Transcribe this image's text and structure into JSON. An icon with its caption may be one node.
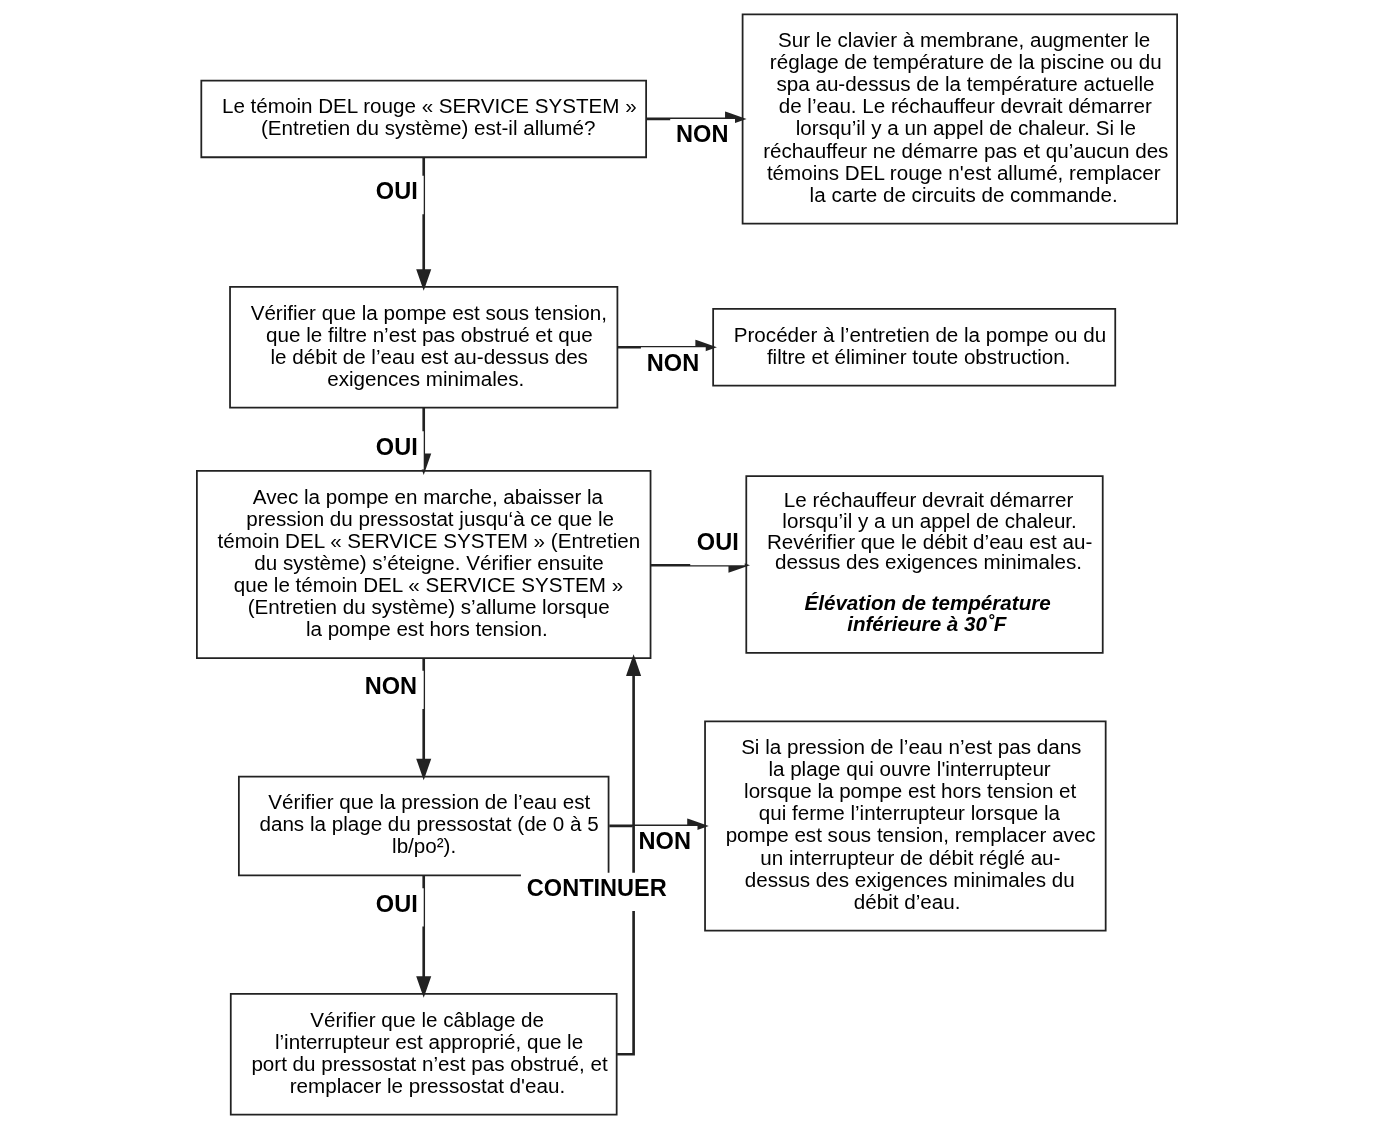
{
  "diagram": {
    "nodes": [
      {
        "text": [
          "Le témoin DEL rouge « SERVICE SYSTEM » (Entretien du système) est-il allumé?"
        ]
      },
      {
        "text": [
          "Sur le clavier à membrane, augmenter le réglage de température de la piscine ou du spa au-dessus de la température actuelle de l’eau. Le réchauffeur devrait démarrer lorsqu’il y a un appel de chaleur. Si le réchauffeur ne démarre pas et qu’aucun des témoins DEL rouge n'est allumé, remplacer la carte de circuits de commande."
        ]
      },
      {
        "text": [
          "Vérifier que la pompe est sous tension, que le filtre n’est pas obstrué et que le débit de l’eau est au-dessus des exigences minimales."
        ]
      },
      {
        "text": [
          "Procéder à l’entretien de la pompe ou du filtre et éliminer toute obstruction."
        ]
      },
      {
        "text": [
          "Avec la pompe en marche, abaisser la pression du pressostat jusqu‘à ce que le témoin DEL « SERVICE SYSTEM » (Entretien du système) s’éteigne. Vérifier ensuite que le témoin DEL « SERVICE SYSTEM » (Entretien du système) s’allume lorsque la pompe est hors tension."
        ]
      },
      {
        "text": [
          "Le réchauffeur devrait démarrer lorsqu’il y a un appel de chaleur. Revérifier que le débit d’eau est au-dessus des exigences minimales.",
          "Élévation de température inférieure à 30˚F"
        ]
      },
      {
        "text": [
          "Vérifier que la pression de l’eau est dans la plage du pressostat (de 0 à 5 lb/po²)."
        ]
      },
      {
        "text": [
          "Si la pression de l’eau n’est pas dans la plage qui ouvre l'interrupteur lorsque la pompe est hors tension et qui ferme l’interrupteur lorsque la pompe est sous tension, remplacer avec un interrupteur de débit réglé au-dessus des exigences minimales du débit d’eau."
        ]
      },
      {
        "text": [
          "Vérifier que le câblage de l’interrupteur est approprié, que le port du pressostat n’est pas obstrué, et remplacer le pressostat d'eau."
        ]
      }
    ],
    "edges": [
      {
        "from": 0,
        "to": 1,
        "arrow": "to",
        "label": "NON"
      },
      {
        "from": 0,
        "to": 2,
        "arrow": "to",
        "label": "OUI"
      },
      {
        "from": 2,
        "to": 3,
        "arrow": "to",
        "label": "NON"
      },
      {
        "from": 2,
        "to": 4,
        "arrow": "to",
        "label": "OUI"
      },
      {
        "from": 4,
        "to": 5,
        "arrow": "to",
        "label": "OUI"
      },
      {
        "from": 4,
        "to": 6,
        "arrow": "to",
        "label": "NON"
      },
      {
        "from": 6,
        "to": 7,
        "arrow": "to",
        "label": "NON"
      },
      {
        "from": 6,
        "to": 8,
        "arrow": "to",
        "label": "OUI"
      },
      {
        "from": 8,
        "to": 4,
        "arrow": "to",
        "label": "CONTINUER"
      }
    ]
  }
}
